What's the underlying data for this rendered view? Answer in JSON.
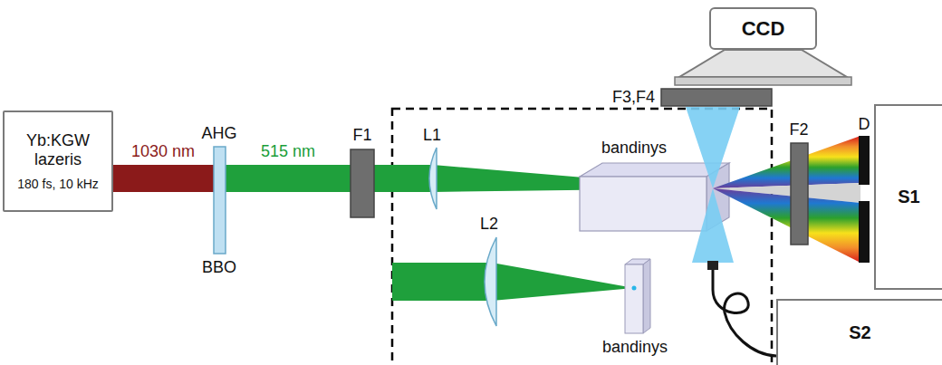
{
  "diagram": {
    "nodes": [
      {
        "text": [
          "Yb:KGW lazeris",
          "180 fs, 10 kHz"
        ]
      },
      {
        "text": [
          "CCD"
        ]
      },
      {
        "text": [
          "S1"
        ]
      },
      {
        "text": [
          "S2"
        ]
      }
    ],
    "labels": [
      "1030 nm",
      "515 nm",
      "AHG",
      "BBO",
      "F1",
      "L1",
      "bandinys",
      "F2",
      "D",
      "L2",
      "bandinys",
      "F3,F4"
    ]
  }
}
